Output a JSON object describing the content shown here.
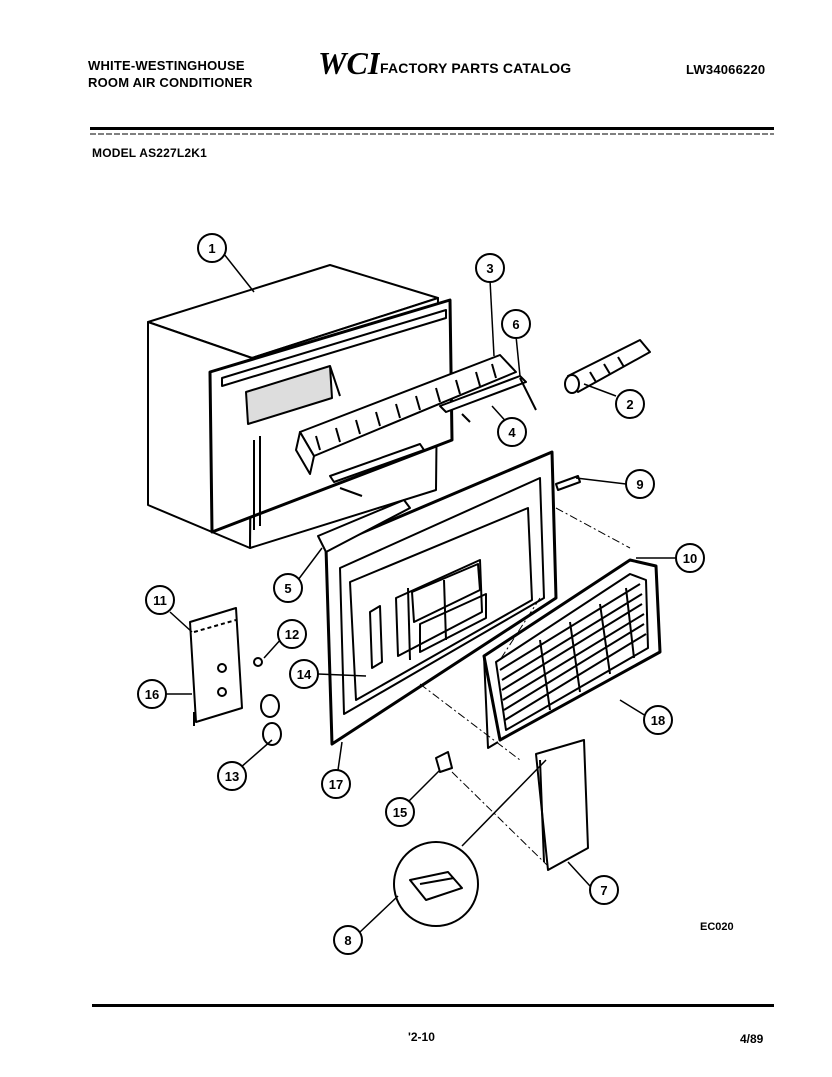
{
  "header": {
    "brand_line1": "WHITE-WESTINGHOUSE",
    "brand_line2": "ROOM AIR CONDITIONER",
    "logo_text": "WCI",
    "catalog_title": "FACTORY PARTS CATALOG",
    "catalog_number": "LW34066220",
    "model": "MODEL AS227L2K1"
  },
  "callouts": [
    "1",
    "2",
    "3",
    "6",
    "4",
    "9",
    "5",
    "10",
    "11",
    "12",
    "16",
    "14",
    "13",
    "17",
    "15",
    "18",
    "7",
    "8"
  ],
  "drawing_code": "EC020",
  "footer": {
    "page_number": "'2-10",
    "revision": "4/89"
  }
}
